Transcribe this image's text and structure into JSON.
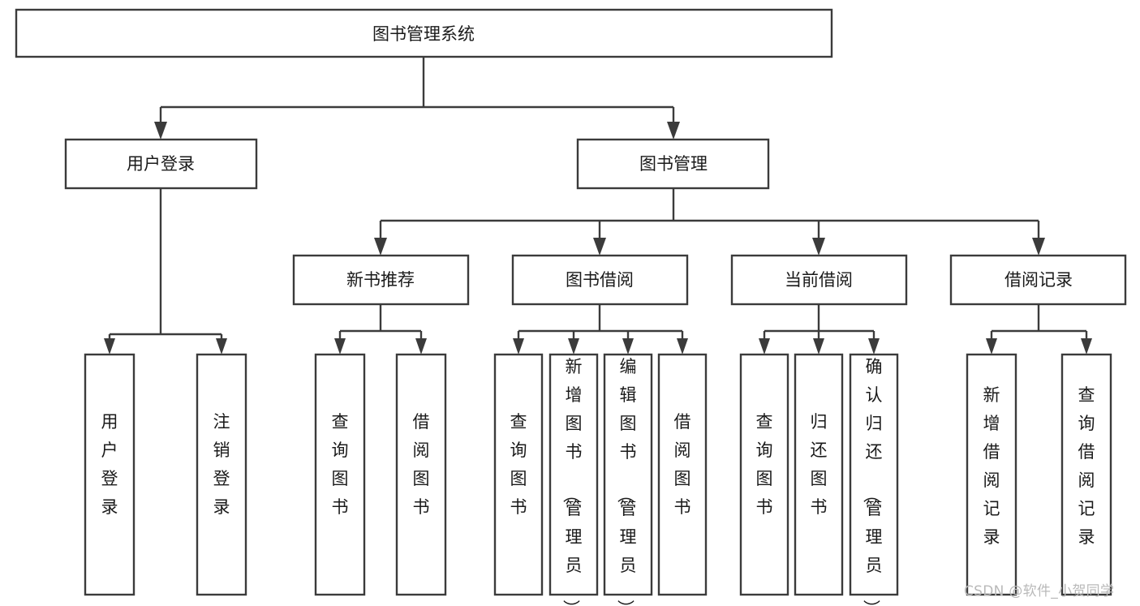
{
  "diagram": {
    "type": "tree-hierarchy",
    "title": "图书管理系统",
    "levels": 4,
    "root": {
      "id": "root",
      "label": "图书管理系统",
      "orientation": "horizontal"
    },
    "level2": [
      {
        "id": "user-login",
        "label": "用户登录",
        "orientation": "horizontal"
      },
      {
        "id": "book-manage",
        "label": "图书管理",
        "orientation": "horizontal"
      }
    ],
    "level3": [
      {
        "id": "new-book-rec",
        "label": "新书推荐",
        "orientation": "horizontal",
        "parent": "book-manage"
      },
      {
        "id": "book-borrow",
        "label": "图书借阅",
        "orientation": "horizontal",
        "parent": "book-manage"
      },
      {
        "id": "current-borrow",
        "label": "当前借阅",
        "orientation": "horizontal",
        "parent": "book-manage"
      },
      {
        "id": "borrow-record",
        "label": "借阅记录",
        "orientation": "horizontal",
        "parent": "book-manage"
      }
    ],
    "leaves": {
      "user-login": [
        {
          "id": "leaf-user-login",
          "label": "用户登录",
          "orientation": "vertical"
        },
        {
          "id": "leaf-logout",
          "label": "注销登录",
          "orientation": "vertical"
        }
      ],
      "new-book-rec": [
        {
          "id": "leaf-query-book-1",
          "label": "查询图书",
          "orientation": "vertical"
        },
        {
          "id": "leaf-borrow-book-1",
          "label": "借阅图书",
          "orientation": "vertical"
        }
      ],
      "book-borrow": [
        {
          "id": "leaf-query-book-2",
          "label": "查询图书",
          "orientation": "vertical"
        },
        {
          "id": "leaf-add-book",
          "label": "新增图书（管理员）",
          "orientation": "vertical"
        },
        {
          "id": "leaf-edit-book",
          "label": "编辑图书（管理员）",
          "orientation": "vertical"
        },
        {
          "id": "leaf-borrow-book-2",
          "label": "借阅图书",
          "orientation": "vertical"
        }
      ],
      "current-borrow": [
        {
          "id": "leaf-query-book-3",
          "label": "查询图书",
          "orientation": "vertical"
        },
        {
          "id": "leaf-return-book",
          "label": "归还图书",
          "orientation": "vertical"
        },
        {
          "id": "leaf-confirm-return",
          "label": "确认归还（管理员）",
          "orientation": "vertical"
        }
      ],
      "borrow-record": [
        {
          "id": "leaf-add-record",
          "label": "新增借阅记录",
          "orientation": "vertical"
        },
        {
          "id": "leaf-query-record",
          "label": "查询借阅记录",
          "orientation": "vertical"
        }
      ]
    },
    "colors": {
      "stroke": "#3b3b3b",
      "fill": "#ffffff",
      "text": "#1a1a1a",
      "background": "#ffffff",
      "watermark": "#b9b9b9"
    }
  },
  "watermark": {
    "text": "CSDN @软件_小贺同学"
  }
}
